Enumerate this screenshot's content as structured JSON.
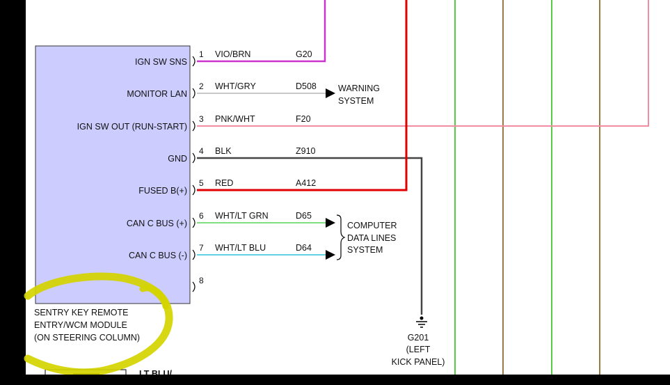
{
  "module": {
    "name_lines": [
      "SENTRY KEY REMOTE",
      "ENTRY/WCM MODULE",
      "(ON STEERING COLUMN)"
    ],
    "fill_color": "#ccccff"
  },
  "pins": [
    {
      "num": "1",
      "label": "IGN SW SNS",
      "wire": "VIO/BRN",
      "circuit": "G20",
      "color": "#cc33cc"
    },
    {
      "num": "2",
      "label": "MONITOR LAN",
      "wire": "WHT/GRY",
      "circuit": "D508",
      "color": "#c8c8c8"
    },
    {
      "num": "3",
      "label": "IGN SW OUT (RUN-START)",
      "wire": "PNK/WHT",
      "circuit": "F20",
      "color": "#f28ca0"
    },
    {
      "num": "4",
      "label": "GND",
      "wire": "BLK",
      "circuit": "Z910",
      "color": "#444444"
    },
    {
      "num": "5",
      "label": "FUSED B(+)",
      "wire": "RED",
      "circuit": "A412",
      "color": "#e00000"
    },
    {
      "num": "6",
      "label": "CAN C BUS (+)",
      "wire": "WHT/LT GRN",
      "circuit": "D65",
      "color": "#7ee07e"
    },
    {
      "num": "7",
      "label": "CAN C BUS (-)",
      "wire": "WHT/LT BLU",
      "circuit": "D64",
      "color": "#5fd3e0"
    },
    {
      "num": "8",
      "label": "",
      "wire": "",
      "circuit": "",
      "color": ""
    }
  ],
  "warning_system": [
    "WARNING",
    "SYSTEM"
  ],
  "data_lines_system": [
    "COMPUTER",
    "DATA LINES",
    "SYSTEM"
  ],
  "ground": {
    "id": "G201",
    "loc_lines": [
      "(LEFT",
      "KICK PANEL)"
    ]
  },
  "bottom_text": "LT BLU/...",
  "colors": {
    "background": "#ffffff",
    "frame": "#000000",
    "highlight": "#d4d400",
    "vertical_green": "#55cc44",
    "vertical_brown": "#9a7a44"
  }
}
